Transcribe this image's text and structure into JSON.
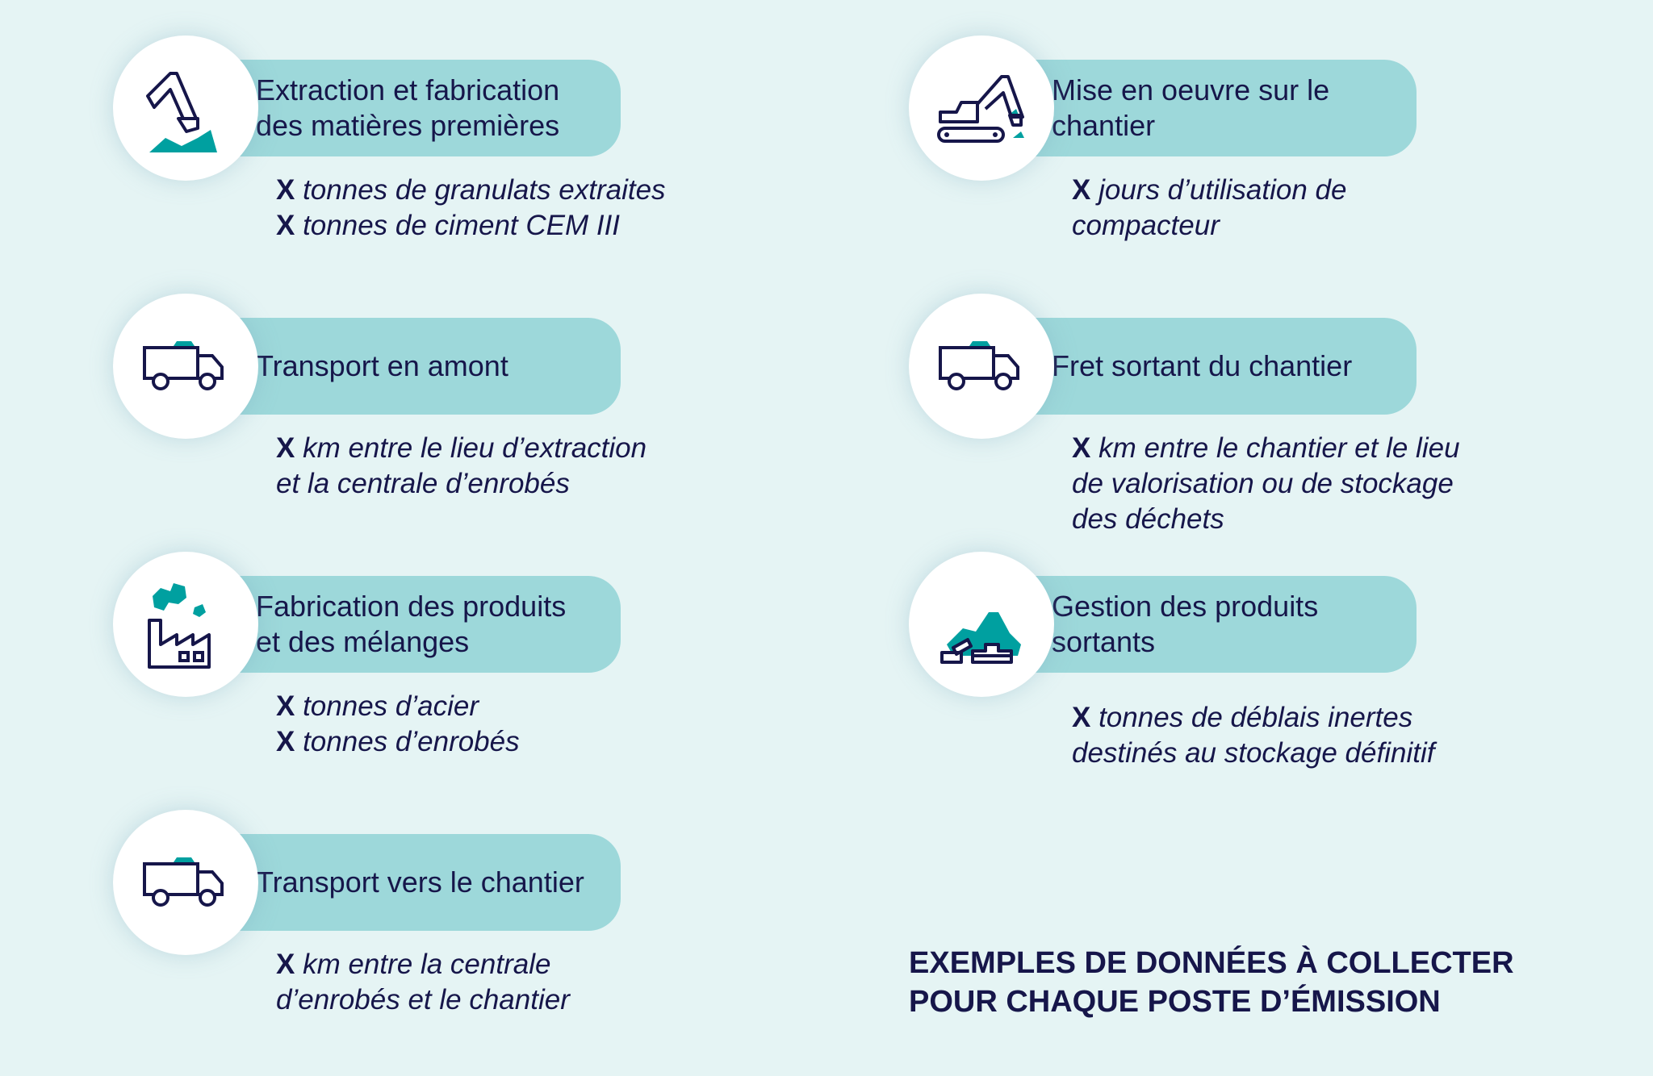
{
  "items": [
    {
      "title": "Extraction et fabrication\ndes matières premières",
      "icon": "excavator-pile-icon",
      "lines": [
        {
          "x": "X",
          "text": " tonnes de granulats extraites"
        },
        {
          "x": "X",
          "text": " tonnes de ciment CEM III"
        }
      ]
    },
    {
      "title": "Mise en oeuvre sur le\nchantier",
      "icon": "excavator-machine-icon",
      "lines": [
        {
          "x": "X",
          "text": " jours d’utilisation de\ncompacteur"
        }
      ]
    },
    {
      "title": "Transport en amont",
      "icon": "truck-icon",
      "lines": [
        {
          "x": "X",
          "text": " km entre le lieu d’extraction\net la centrale d’enrobés"
        }
      ]
    },
    {
      "title": "Fret sortant du chantier",
      "icon": "truck-icon",
      "lines": [
        {
          "x": "X",
          "text": " km entre le chantier et le lieu\nde valorisation ou de stockage\ndes déchets"
        }
      ]
    },
    {
      "title": "Fabrication des produits\net des mélanges",
      "icon": "factory-icon",
      "lines": [
        {
          "x": "X",
          "text": " tonnes d’acier"
        },
        {
          "x": "X",
          "text": " tonnes d’enrobés"
        }
      ]
    },
    {
      "title": "Gestion des produits\nsortants",
      "icon": "waste-pile-icon",
      "lines": [
        {
          "x": "X",
          "text": " tonnes de déblais inertes\ndestinés au stockage définitif"
        }
      ]
    },
    {
      "title": "Transport vers le chantier",
      "icon": "truck-icon",
      "lines": [
        {
          "x": "X",
          "text": " km entre la centrale\nd’enrobés et le chantier"
        }
      ]
    }
  ],
  "footer": "EXEMPLES DE DONNÉES À COLLECTER\nPOUR CHAQUE POSTE D’ÉMISSION",
  "colors": {
    "background": "#e5f4f4",
    "pill": "#9dd8da",
    "teal": "#00a0a0",
    "navy": "#16164a"
  }
}
